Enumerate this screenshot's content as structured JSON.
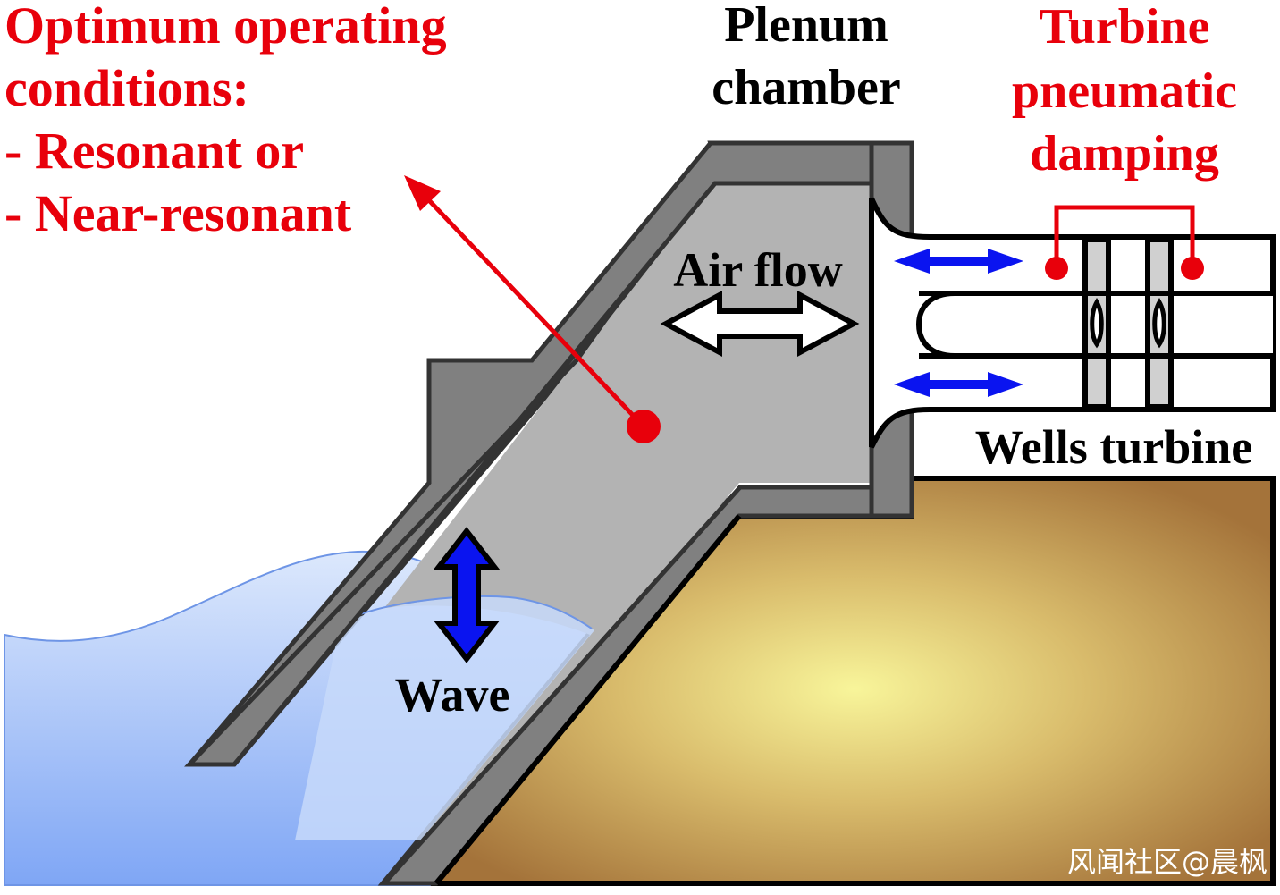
{
  "title": "Oscillating water column (OWC) wave energy converter with Wells turbine",
  "labels": {
    "optimum": {
      "lines": [
        "Optimum operating",
        "conditions:",
        "- Resonant or",
        "- Near-resonant"
      ]
    },
    "plenum": {
      "lines": [
        "Plenum",
        "chamber"
      ]
    },
    "turbine_damping": {
      "lines": [
        "Turbine",
        "pneumatic",
        "damping"
      ]
    },
    "air_flow": "Air flow",
    "wells_turbine": "Wells turbine",
    "wave": "Wave"
  },
  "watermark": "风闻社区@晨枫",
  "colors": {
    "annotation_red": "#e8000b",
    "flow_blue": "#0a14f0",
    "wall_dark_gray": "#808080",
    "chamber_gray": "#b3b3b3",
    "outline": "#000000",
    "water_top": "#d6e4fb",
    "water_bottom": "#80a8f5",
    "land_light": "#f5f098",
    "land_dark": "#a87a3a",
    "blade_gray": "#d0d0d0"
  }
}
